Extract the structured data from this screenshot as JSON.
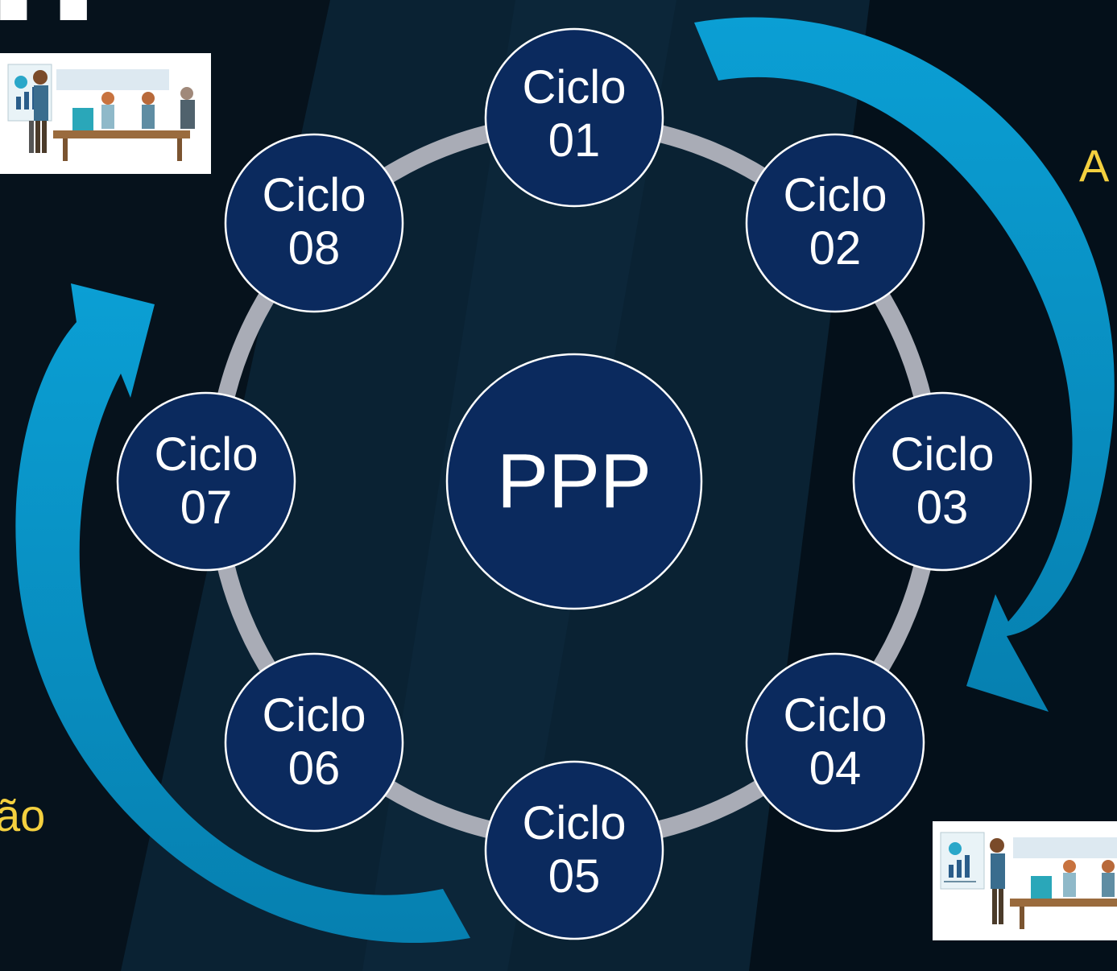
{
  "center_label": "PPP",
  "nodes": [
    {
      "line1": "Ciclo",
      "line2": "01"
    },
    {
      "line1": "Ciclo",
      "line2": "02"
    },
    {
      "line1": "Ciclo",
      "line2": "03"
    },
    {
      "line1": "Ciclo",
      "line2": "04"
    },
    {
      "line1": "Ciclo",
      "line2": "05"
    },
    {
      "line1": "Ciclo",
      "line2": "06"
    },
    {
      "line1": "Ciclo",
      "line2": "07"
    },
    {
      "line1": "Ciclo",
      "line2": "08"
    }
  ],
  "side_labels": {
    "right": "A",
    "left": "ão"
  },
  "colors": {
    "node_fill": "#0b2a5e",
    "ring": "#a9acb6",
    "arrow": "#0aa3d6",
    "accent_text": "#f4d03f"
  },
  "icons": [
    "meeting-illustration",
    "meeting-illustration"
  ]
}
